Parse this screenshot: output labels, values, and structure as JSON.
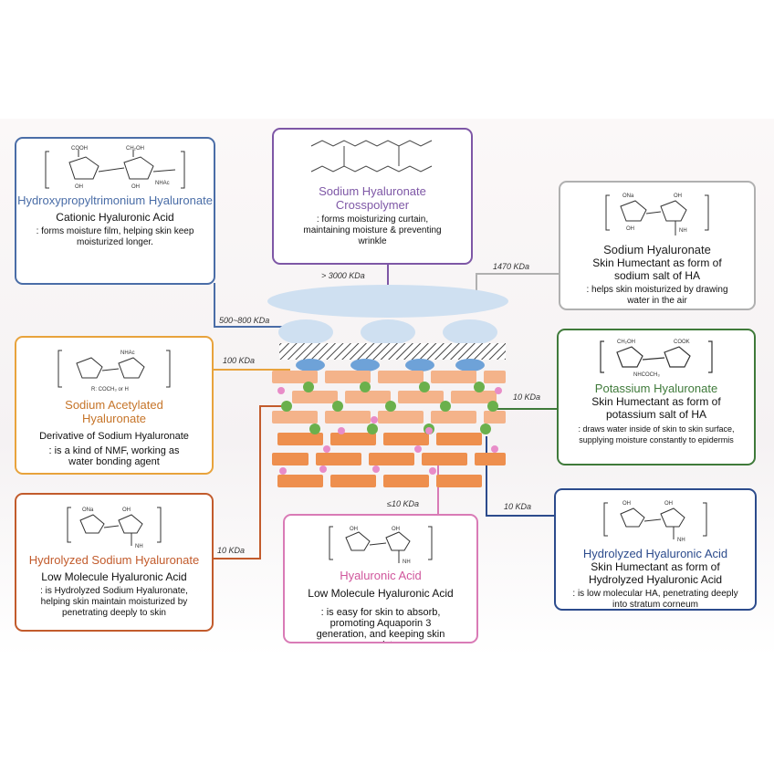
{
  "colors": {
    "blue": "#4a6da7",
    "purple": "#7e57a6",
    "gray": "#b0b0b0",
    "green": "#3f7a3a",
    "gold": "#e8a33c",
    "brown": "#c25b2c",
    "pink": "#d97bb6",
    "navy": "#2c4b8c",
    "brick_light": "#f4b38a",
    "brick_dark": "#ee8f4e",
    "film": "#cfe0f1",
    "green_dot": "#6ab04c",
    "pink_dot": "#e88cc8"
  },
  "boxes": {
    "cationic": {
      "name": "Hydroxypropyltrimonium Hyaluronate",
      "subtitle": "Cationic Hyaluronic Acid",
      "desc": ": forms moisture film, helping skin keep moisturized longer."
    },
    "crosspolymer": {
      "name": "Sodium Hyaluronate Crosspolymer",
      "desc": ": forms moisturizing curtain, maintaining moisture & preventing wrinkle"
    },
    "sodium": {
      "name": "Sodium Hyaluronate",
      "subtitle": "Skin Humectant as form of sodium salt of HA",
      "desc": ": helps skin moisturized by drawing water in the air"
    },
    "acetylated": {
      "name": "Sodium Acetylated Hyaluronate",
      "subtitle": "Derivative of Sodium Hyaluronate",
      "desc": ": is a kind of NMF, working as water bonding agent"
    },
    "potassium": {
      "name": "Potassium Hyaluronate",
      "subtitle": "Skin Humectant as form of potassium salt of HA",
      "desc": ": draws water inside of skin to skin surface, supplying moisture constantly to epidermis"
    },
    "hydrolyzed_sodium": {
      "name": "Hydrolyzed Sodium Hyaluronate",
      "subtitle": "Low Molecule Hyaluronic Acid",
      "desc": ": is Hydrolyzed Sodium Hyaluronate, helping skin maintain moisturized by penetrating deeply to skin"
    },
    "hyaluronic": {
      "name": "Hyaluronic Acid",
      "subtitle": "Low Molecule Hyaluronic Acid",
      "desc": ": is easy for skin to absorb, promoting Aquaporin 3 generation, and keeping skin moist"
    },
    "hydrolyzed_ha": {
      "name": "Hydrolyzed Hyaluronic Acid",
      "subtitle": "Skin Humectant as form of Hydrolyzed Hyaluronic Acid",
      "desc": ": is low molecular HA, penetrating deeply into stratum corneum"
    }
  },
  "kda": {
    "crosspolymer": "> 3000 KDa",
    "sodium": "1470 KDa",
    "cationic": "500~800 KDa",
    "acetylated": "100 KDa",
    "potassium": "10 KDa",
    "hydrolyzed_ha": "10 KDa",
    "hydrolyzed_sodium": "10 KDa",
    "hyaluronic": "≤10 KDa"
  }
}
